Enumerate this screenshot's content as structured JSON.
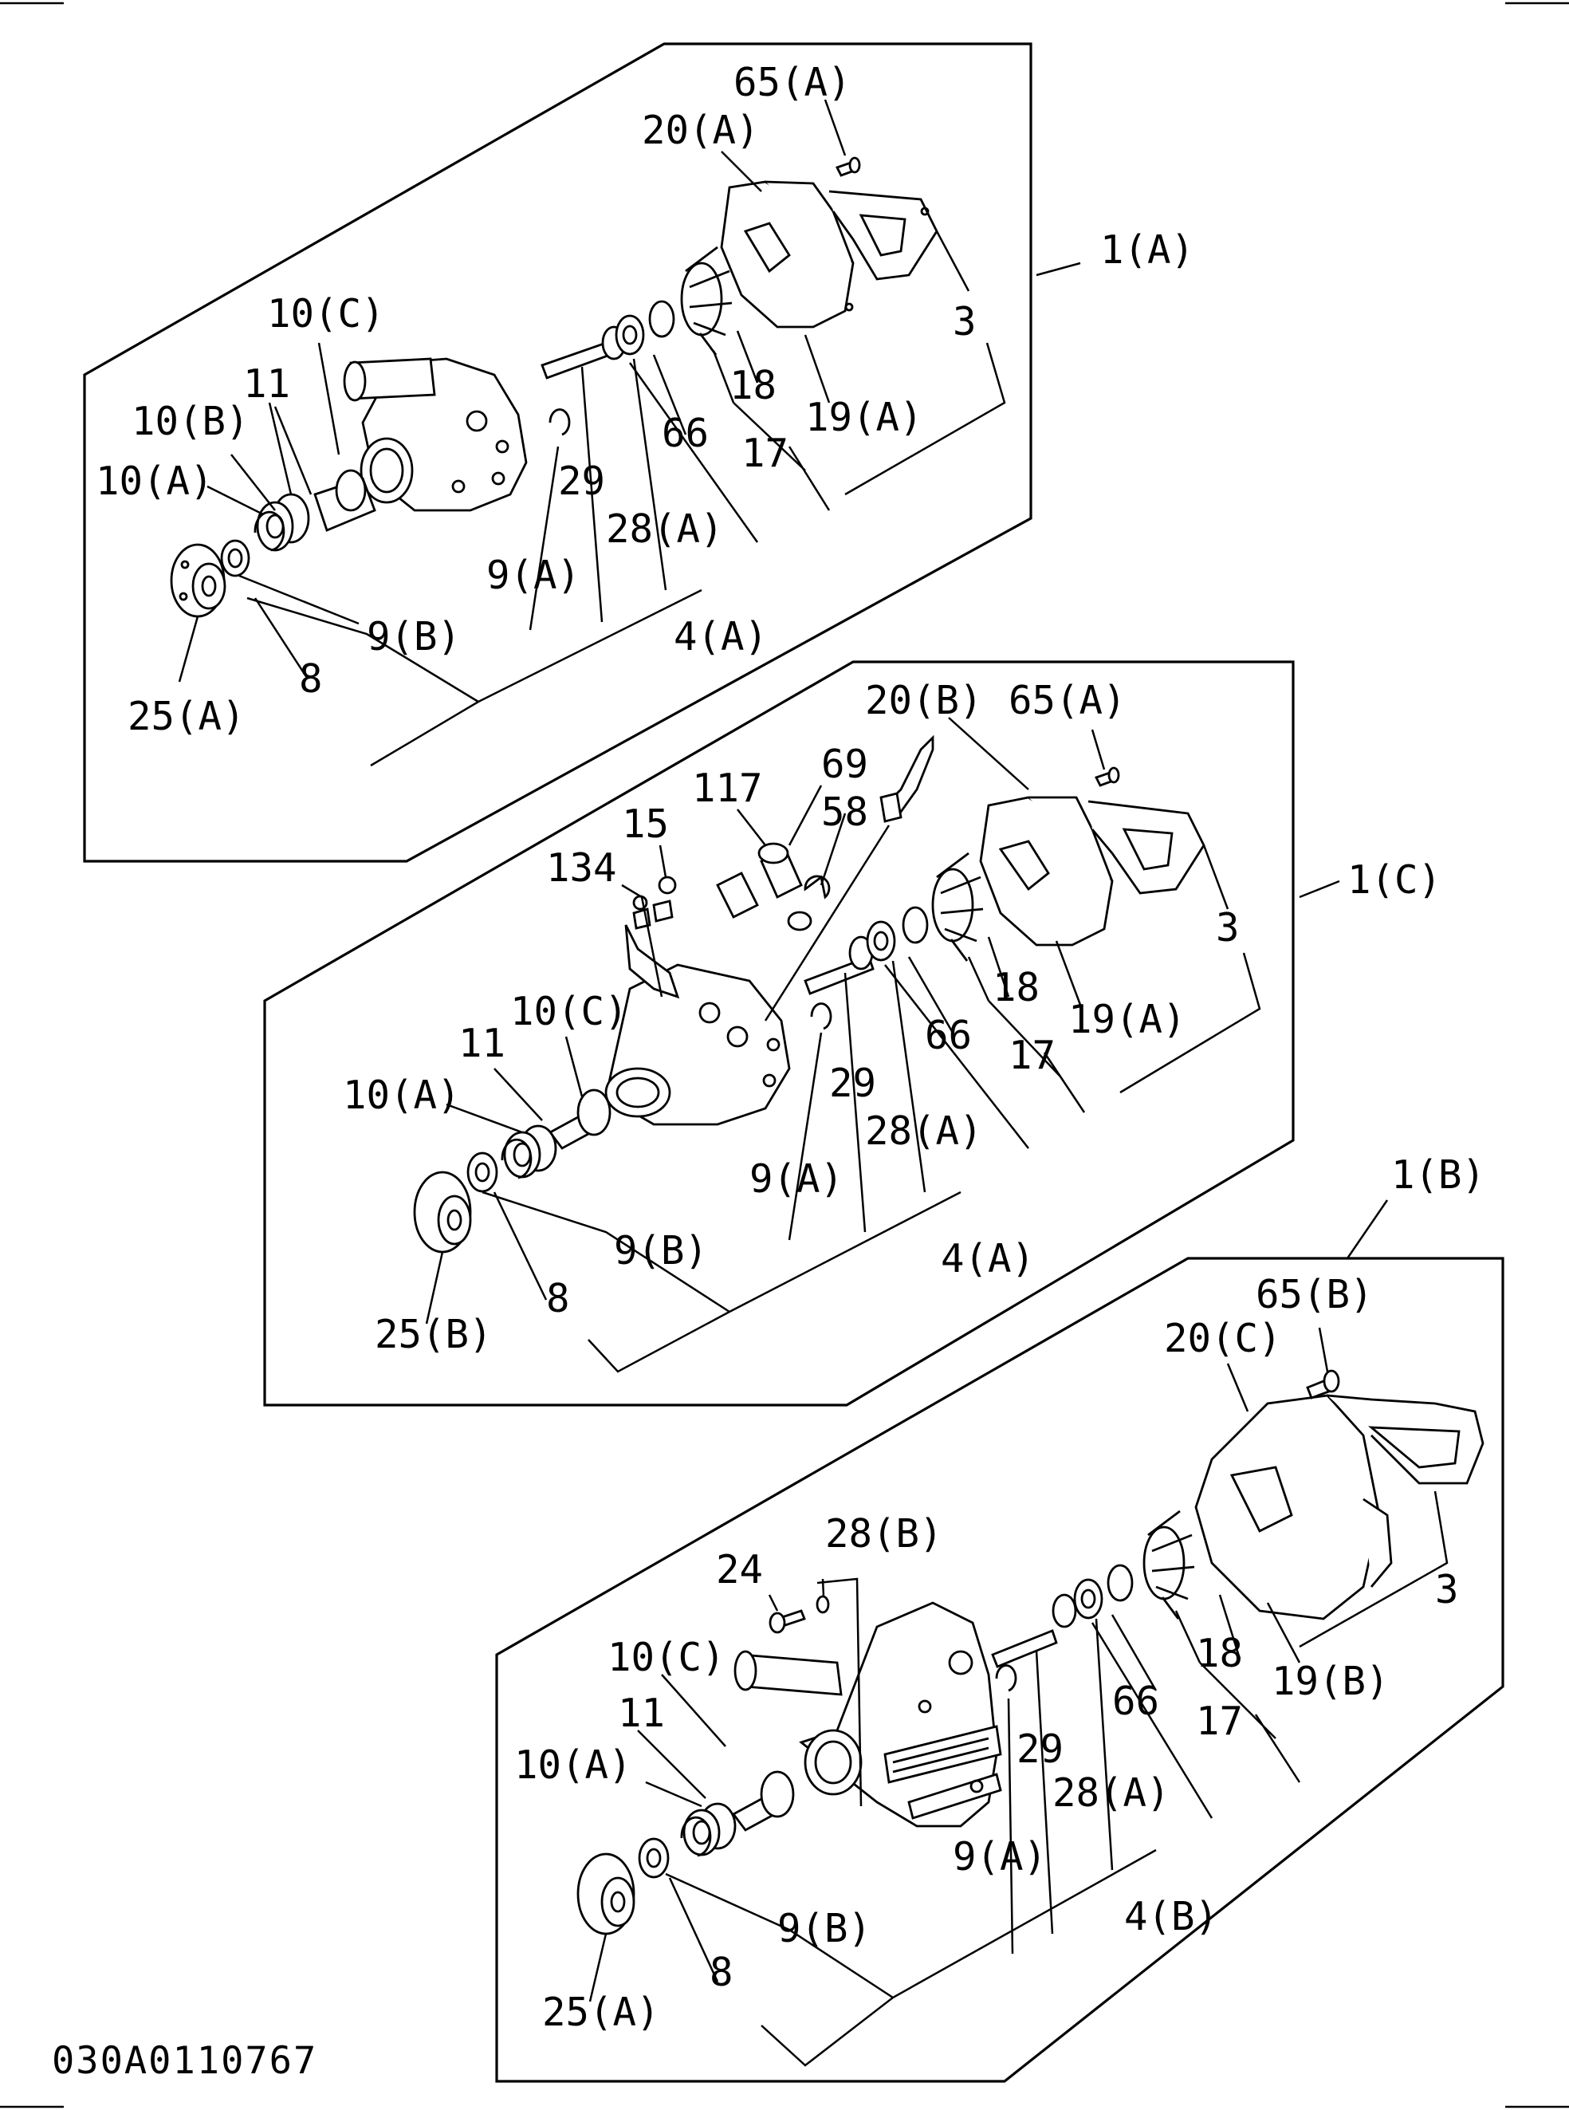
{
  "drawing_code": "030A0110767",
  "assemblies": [
    {
      "name": "1(A)",
      "labels": [
        "65(A)",
        "20(A)",
        "1(A)",
        "10(C)",
        "3",
        "11",
        "18",
        "10(B)",
        "19(A)",
        "66",
        "10(A)",
        "17",
        "29",
        "28(A)",
        "9(A)",
        "4(A)",
        "9(B)",
        "8",
        "25(A)"
      ]
    },
    {
      "name": "1(C)",
      "labels": [
        "20(B)",
        "65(A)",
        "69",
        "117",
        "58",
        "15",
        "134",
        "1(C)",
        "3",
        "10(C)",
        "18",
        "19(A)",
        "11",
        "66",
        "17",
        "10(A)",
        "29",
        "28(A)",
        "9(A)",
        "9(B)",
        "4(A)",
        "8",
        "25(B)"
      ]
    },
    {
      "name": "1(B)",
      "labels": [
        "1(B)",
        "65(B)",
        "20(C)",
        "28(B)",
        "24",
        "10(C)",
        "3",
        "18",
        "19(B)",
        "66",
        "17",
        "11",
        "29",
        "10(A)",
        "28(A)",
        "9(A)",
        "4(B)",
        "9(B)",
        "8",
        "25(A)"
      ]
    }
  ]
}
